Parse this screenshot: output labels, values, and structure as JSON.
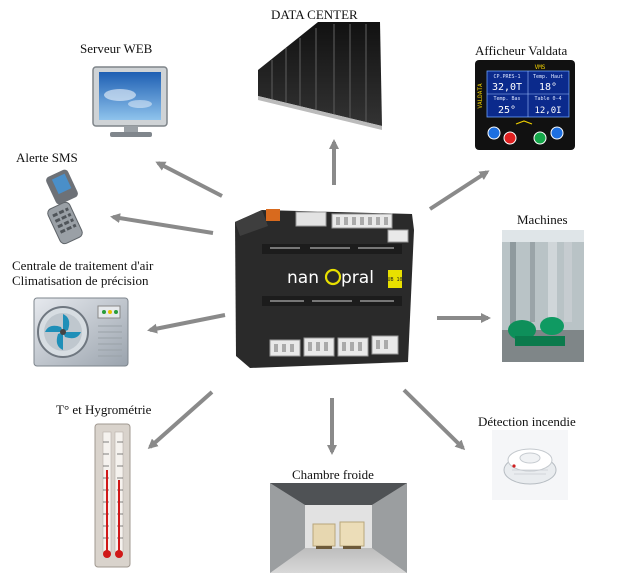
{
  "nodes": {
    "data_center": "DATA CENTER",
    "serveur_web": "Serveur WEB",
    "afficheur": "Afficheur Valdata",
    "alerte_sms": "Alerte SMS",
    "machines": "Machines",
    "centrale": [
      "Centrale de traitement d'air",
      "Climatisation de précision"
    ],
    "hygrometrie": "T° et Hygrométrie",
    "detection": "Détection incendie",
    "chambre": "Chambre froide"
  },
  "device": {
    "brand_pre": "nan",
    "brand_post": "pral",
    "badge": "UB 10"
  },
  "display": {
    "logo": "VMS",
    "side_label": "VALDATA",
    "cells": [
      {
        "label": "CP.PRES-1",
        "value": "32,0T"
      },
      {
        "label": "Temp. Haut",
        "value": "18°"
      },
      {
        "label": "Temp. Bas",
        "value": "25°"
      },
      {
        "label": "Table 0-4",
        "value": "12,0I"
      }
    ]
  },
  "colors": {
    "arrow": "#8a8a8a",
    "device_body": "#2a2a2a",
    "screen_bg": "#0b2a8c"
  }
}
